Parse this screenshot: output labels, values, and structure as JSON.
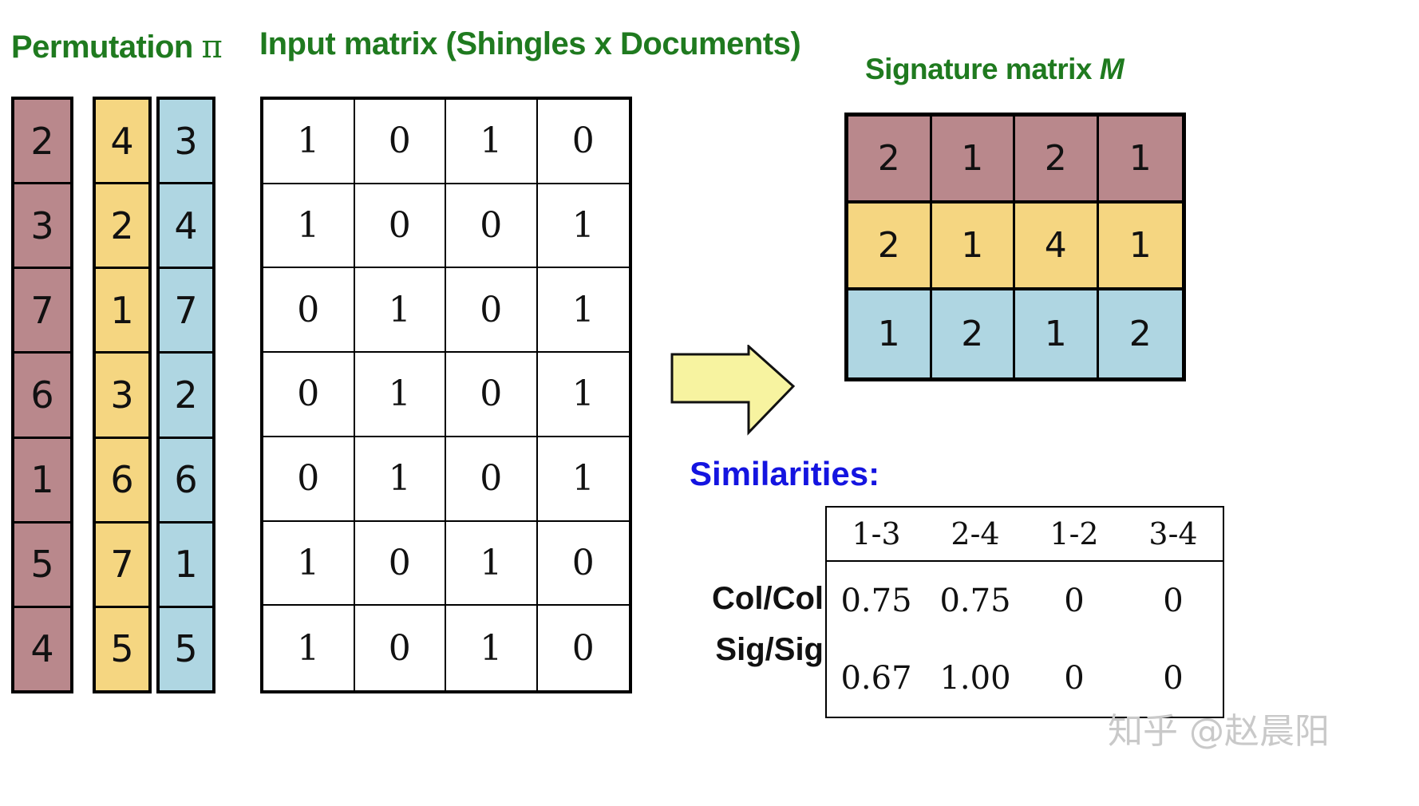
{
  "headings": {
    "permutation": "Permutation",
    "permutation_symbol": "π",
    "input_matrix": "Input matrix (Shingles x Documents)",
    "signature_matrix_prefix": "Signature matrix",
    "signature_matrix_symbol": "M",
    "similarities": "Similarities:"
  },
  "colors": {
    "heading_green": "#1f7a1f",
    "similarities_blue": "#1414e0",
    "perm_rose": "#b9888c",
    "perm_yellow": "#f5d681",
    "perm_blue": "#afd6e2",
    "arrow_fill": "#f7f3a0",
    "border_black": "#000000",
    "watermark_gray": "#c9c9c9"
  },
  "permutations": [
    {
      "name": "permutation-rose",
      "color": "#b9888c",
      "values": [
        "2",
        "3",
        "7",
        "6",
        "1",
        "5",
        "4"
      ]
    },
    {
      "name": "permutation-yellow",
      "color": "#f5d681",
      "values": [
        "4",
        "2",
        "1",
        "3",
        "6",
        "7",
        "5"
      ]
    },
    {
      "name": "permutation-blue",
      "color": "#afd6e2",
      "values": [
        "3",
        "4",
        "7",
        "2",
        "6",
        "1",
        "5"
      ]
    }
  ],
  "input_matrix": {
    "rows": [
      [
        "1",
        "0",
        "1",
        "0"
      ],
      [
        "1",
        "0",
        "0",
        "1"
      ],
      [
        "0",
        "1",
        "0",
        "1"
      ],
      [
        "0",
        "1",
        "0",
        "1"
      ],
      [
        "0",
        "1",
        "0",
        "1"
      ],
      [
        "1",
        "0",
        "1",
        "0"
      ],
      [
        "1",
        "0",
        "1",
        "0"
      ]
    ]
  },
  "signature_matrix": {
    "rows": [
      {
        "color": "#b9888c",
        "values": [
          "2",
          "1",
          "2",
          "1"
        ]
      },
      {
        "color": "#f5d681",
        "values": [
          "2",
          "1",
          "4",
          "1"
        ]
      },
      {
        "color": "#afd6e2",
        "values": [
          "1",
          "2",
          "1",
          "2"
        ]
      }
    ]
  },
  "similarities_table": {
    "columns": [
      "1-3",
      "2-4",
      "1-2",
      "3-4"
    ],
    "row_labels": [
      "Col/Col",
      "Sig/Sig"
    ],
    "rows": [
      [
        "0.75",
        "0.75",
        "0",
        "0"
      ],
      [
        "0.67",
        "1.00",
        "0",
        "0"
      ]
    ]
  },
  "arrow": {
    "name": "right-arrow",
    "fill": "#f7f3a0"
  },
  "watermark": {
    "text": "知乎 @赵晨阳"
  }
}
